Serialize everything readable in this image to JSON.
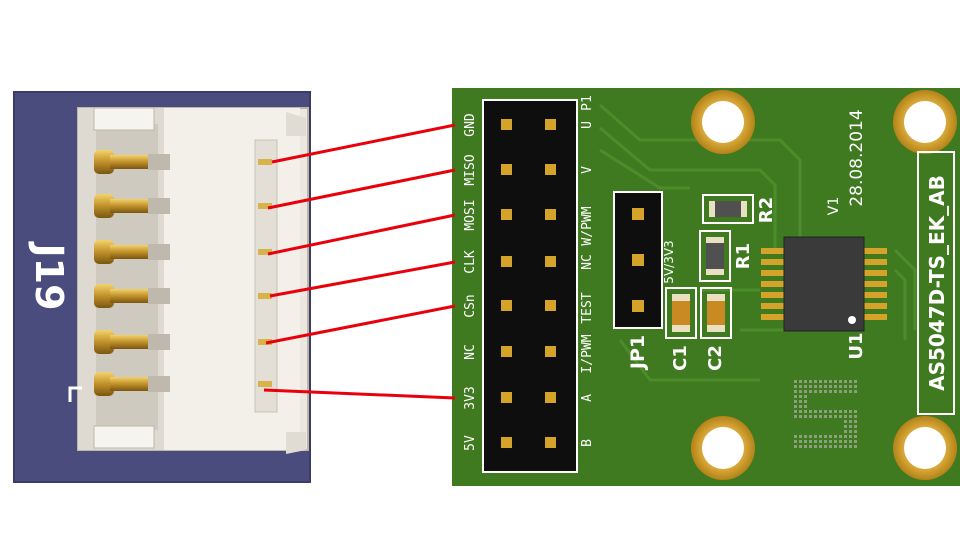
{
  "left_board": {
    "designator": "J19"
  },
  "header_left_labels": [
    "GND",
    "MISO",
    "MOSI",
    "CLK",
    "CSn",
    "NC",
    "3V3",
    "5V"
  ],
  "header_right_labels": [
    "P1",
    "U",
    "V",
    "W/PWM",
    "NC",
    "TEST",
    "I/PWM",
    "A",
    "B"
  ],
  "jumper": {
    "name": "JP1",
    "label": "5V/3V3"
  },
  "components": {
    "c1": "C1",
    "c2": "C2",
    "r1": "R1",
    "r2": "R2",
    "u1": "U1"
  },
  "chip": {
    "name": "V1",
    "date": "28.08.2014"
  },
  "board_name": "AS5047D-TS_EK_AB",
  "colors": {
    "pcb_green": "#3f7a21",
    "left_pcb": "#4b4c7e",
    "connector": "#ece8e0",
    "pad_gold": "#d6a32a",
    "wire": "#e8000b",
    "header_black": "#0e0e0e"
  },
  "connections": [
    {
      "from_pin": 1,
      "to": "GND"
    },
    {
      "from_pin": 2,
      "to": "MISO"
    },
    {
      "from_pin": 3,
      "to": "MOSI"
    },
    {
      "from_pin": 4,
      "to": "CLK"
    },
    {
      "from_pin": 5,
      "to": "CSn"
    },
    {
      "from_pin": 6,
      "to": "3V3"
    }
  ]
}
